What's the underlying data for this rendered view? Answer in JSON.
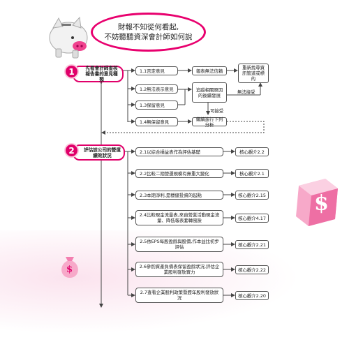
{
  "bubble": {
    "line1": "財報不知從何看起,",
    "line2": "不妨聽聽資深會計師如何說"
  },
  "step1": {
    "number": "1",
    "label": "先看會計師查核報告書的意見種類",
    "opinions": [
      "1.1否定意見",
      "1.2無法表示意見",
      "1.3保留意見",
      "1.4無保留意見"
    ],
    "report_box": "報表無法信賴",
    "trace_box": "追蹤相關原因的後續發展",
    "reselect_box": "重新找尋資訊管道或標的",
    "not_accept": "無法接受",
    "accept": "可接受",
    "continue_box": "繼續進行下列分析"
  },
  "step2": {
    "number": "2",
    "label": "評估該公司的營運績效狀況",
    "items": [
      {
        "text": "2.1以綜合損益表作為評估基礎",
        "ref": "核心觀介2.2"
      },
      {
        "text": "2.2比較二期營運規模有無重大變化",
        "ref": "核心觀介2.1"
      },
      {
        "text": "2.3本期淨利,是穩健投資的起點",
        "ref": "核心觀介2.15"
      },
      {
        "text": "2.4比較現金流量表,來自營業活動現金流量、降低報表套轉風險",
        "ref": "核心觀介4.17"
      },
      {
        "text": "2.5依EPS每股盈餘與股價,作本益比初步評估",
        "ref": "核心觀介2.21"
      },
      {
        "text": "2.6參酌資產負債表保留盈餘狀況,評估企業股利發放實力",
        "ref": "核心觀介2.22"
      },
      {
        "text": "2.7查看企業股利政策暨歷年股利發放狀況",
        "ref": "核心觀介2.20"
      }
    ]
  },
  "decor": {
    "dollar_sign": "$",
    "colors": {
      "accent": "#e0006a",
      "pink_light": "#fbc9dd",
      "line": "#444444"
    }
  }
}
